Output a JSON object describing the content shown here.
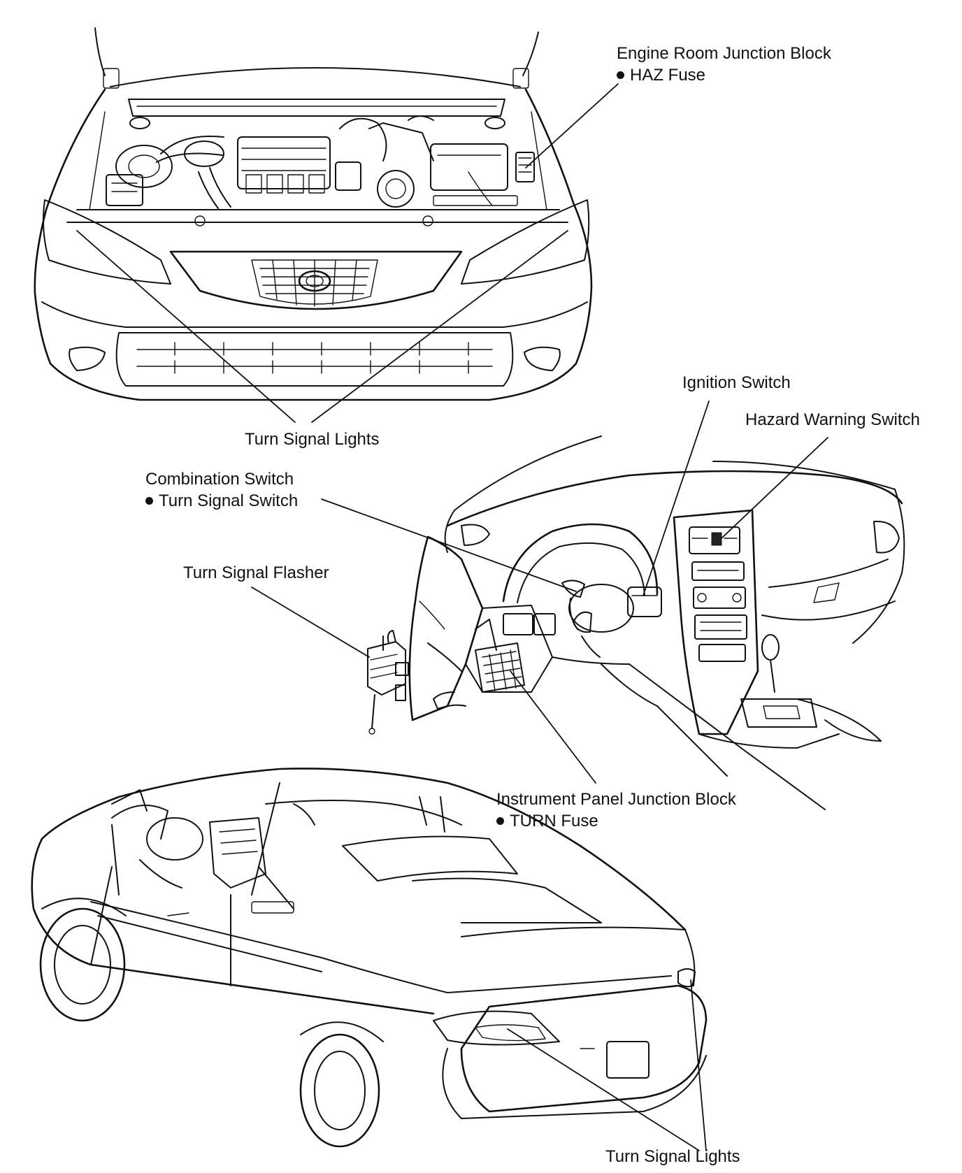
{
  "labels": {
    "engine_room_junction_block": "Engine Room Junction Block",
    "haz_fuse": "HAZ Fuse",
    "turn_signal_lights_front": "Turn Signal Lights",
    "ignition_switch": "Ignition Switch",
    "hazard_warning_switch": "Hazard Warning Switch",
    "combination_switch": "Combination Switch",
    "turn_signal_switch": "Turn Signal Switch",
    "turn_signal_flasher": "Turn Signal Flasher",
    "instrument_panel_junction_block": "Instrument Panel Junction Block",
    "turn_fuse": "TURN Fuse",
    "turn_signal_lights_rear": "Turn Signal Lights"
  }
}
